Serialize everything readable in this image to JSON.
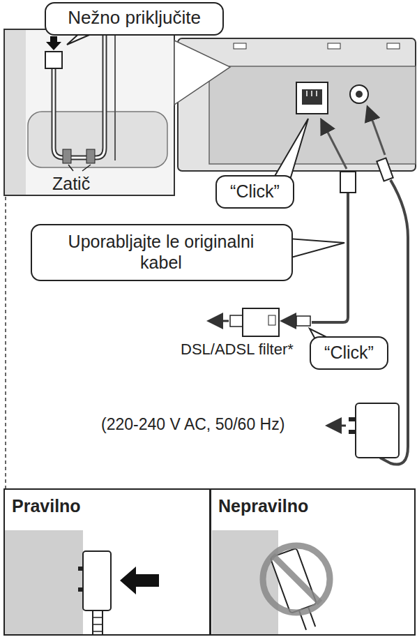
{
  "diagram": {
    "nodes": [
      {
        "text": [
          "Nežno priključite"
        ]
      },
      {
        "text": [
          "“Click”"
        ]
      },
      {
        "text": [
          "Uporabljajte le originalni kabel"
        ]
      },
      {
        "text": [
          "“Click”"
        ]
      },
      {
        "text": [
          "Pravilno"
        ]
      },
      {
        "text": [
          "Nepravilno"
        ]
      }
    ],
    "labels": [
      "Zatič",
      "DSL/ADSL filter*",
      "(220-240 V AC, 50/60 Hz)"
    ]
  }
}
